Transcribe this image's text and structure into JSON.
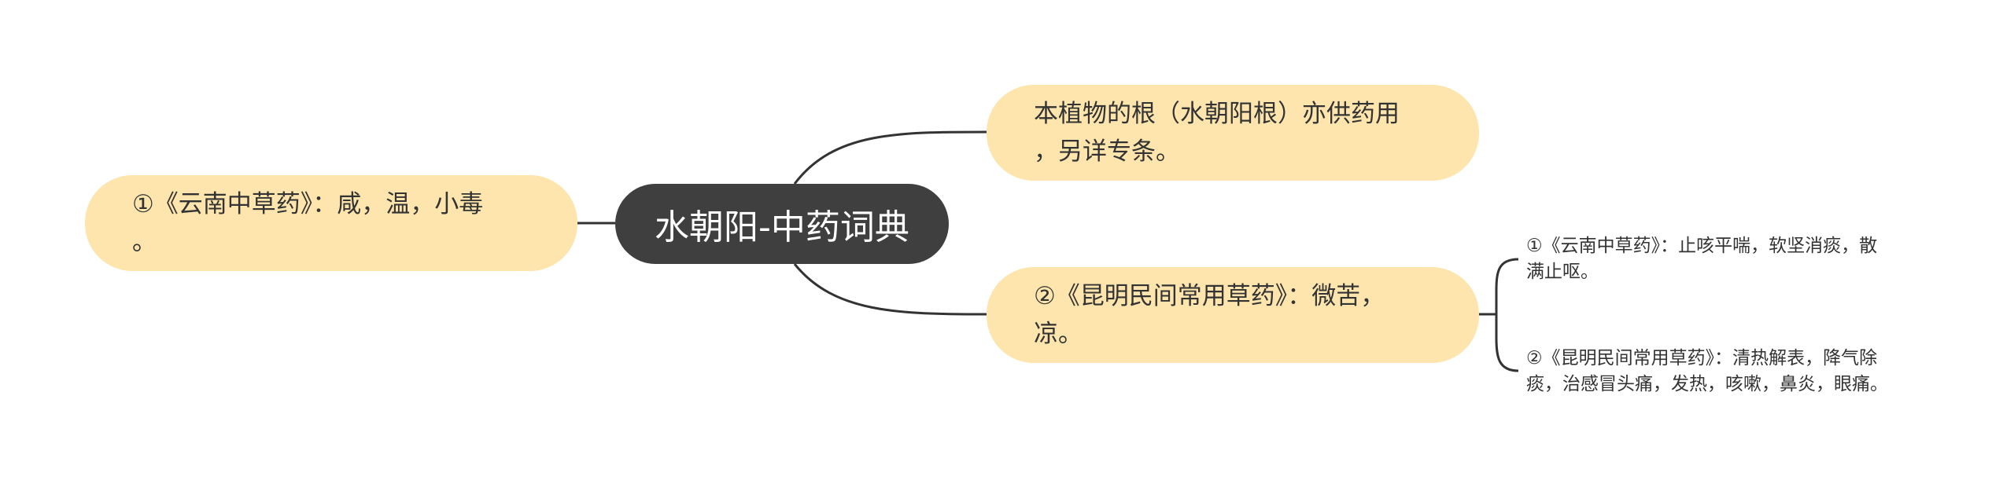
{
  "mindmap": {
    "central": "水朝阳-中药词典",
    "left": "①《云南中草药》：咸，温，小毒\n。",
    "right_top": "本植物的根（水朝阳根）亦供药用\n，另详专条。",
    "right_bottom": "②《昆明民间常用草药》：微苦，\n凉。",
    "leaves": [
      "①《云南中草药》：止咳平喘，软坚消痰，散\n满止呕。",
      "②《昆明民间常用草药》：清热解表，降气除\n痰，治感冒头痛，发热，咳嗽，鼻炎，眼痛。"
    ]
  },
  "colors": {
    "central_fill": "#3f3f3f",
    "node_fill": "#fde5ad",
    "line": "#333333",
    "text": "#333333"
  }
}
